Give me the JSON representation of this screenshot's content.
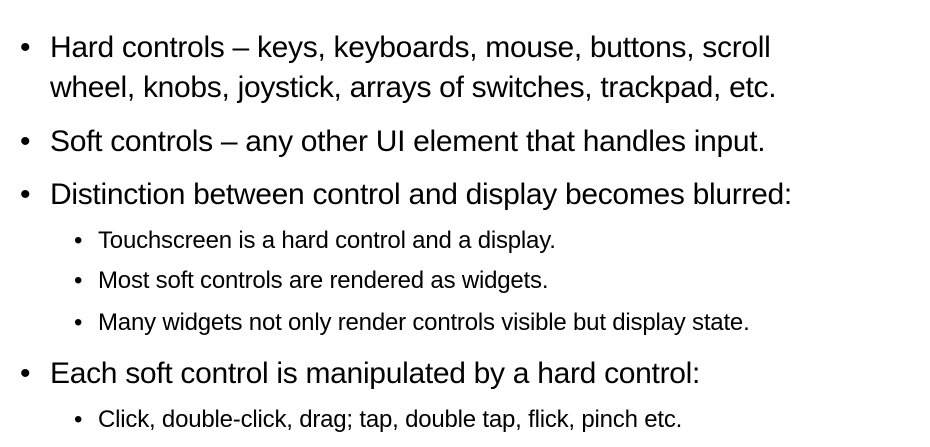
{
  "bullets": [
    {
      "lines": [
        "Hard controls – keys, keyboards, mouse, buttons, scroll",
        "wheel, knobs, joystick, arrays of switches, trackpad, etc."
      ]
    },
    {
      "lines": [
        "Soft controls – any other UI element that handles input."
      ]
    },
    {
      "lines": [
        "Distinction between control and display becomes blurred:"
      ],
      "sub": [
        "Touchscreen is a hard control and a display.",
        "Most soft controls are rendered as widgets.",
        "Many widgets not only render controls visible but display state."
      ]
    },
    {
      "lines": [
        "Each soft control is manipulated by a hard control:"
      ],
      "sub": [
        "Click, double-click, drag; tap, double tap, flick, pinch etc."
      ]
    }
  ]
}
